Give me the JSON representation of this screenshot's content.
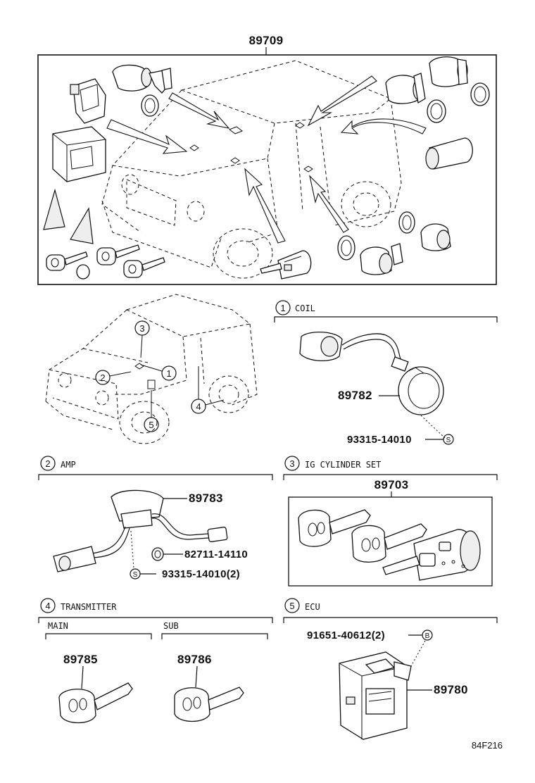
{
  "main_assembly": {
    "part_no": "89709"
  },
  "sections": {
    "coil": {
      "index": "1",
      "title": "COIL",
      "parts": [
        "89782",
        "93315-14010"
      ],
      "symbol": "S"
    },
    "amp": {
      "index": "2",
      "title": "AMP",
      "parts": [
        "89783",
        "82711-14110",
        "93315-14010(2)"
      ],
      "symbol": "S"
    },
    "ig_cylinder": {
      "index": "3",
      "title": "IG CYLINDER SET",
      "parts": [
        "89703"
      ]
    },
    "transmitter": {
      "index": "4",
      "title": "TRANSMITTER",
      "main_label": "MAIN",
      "sub_label": "SUB",
      "main_part": "89785",
      "sub_part": "89786"
    },
    "ecu": {
      "index": "5",
      "title": "ECU",
      "parts": [
        "91651-40612(2)",
        "89780"
      ],
      "symbol": "B"
    }
  },
  "callouts": [
    "1",
    "2",
    "3",
    "4",
    "5"
  ],
  "figure_ref": "84F216"
}
